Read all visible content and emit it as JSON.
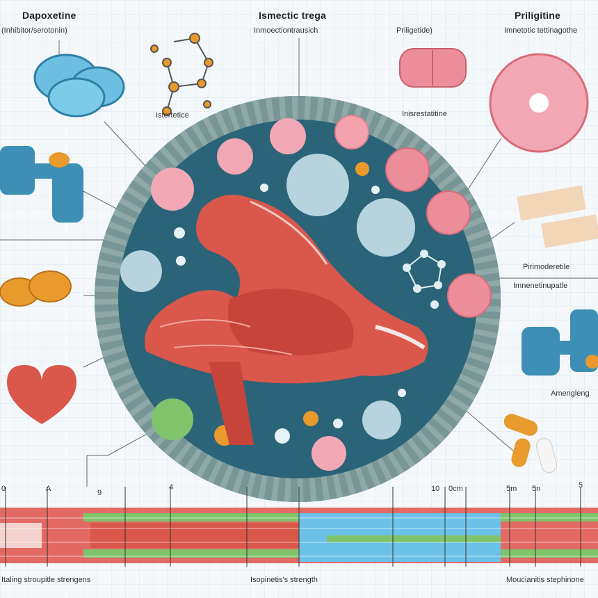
{
  "labels": {
    "dapoxetine_title": "Dapoxetine",
    "dapoxetine_sub": "(Inhibitor/serotonin)",
    "isometric_title": "Ismectic trega",
    "isometric_sub": "Inmoectiontrausich",
    "priligy_sub": "Priligetide)",
    "priligy_title": "Priligitine",
    "priligy_right_sub": "Imnetotic tettinagothe",
    "molecule_caption": "Istertetice",
    "center_caption": "Inisrestatitine",
    "right_mid_1": "Pirimoderetile",
    "right_mid_2": "Imnenetinupatle",
    "right_lower": "Amengleng",
    "bottom_left": "Italing stroupitle strengens",
    "bottom_center": "Isopinetis's strength",
    "bottom_right": "Moucianitis stephinone"
  },
  "ticks": [
    "0",
    "A",
    "9",
    "4",
    "10",
    "0cm",
    "5m",
    "5n",
    "5"
  ],
  "colors": {
    "background": "#f4f8fb",
    "circle": "#2f6f86",
    "muscle": "#d9574b",
    "pill_blue": "#6cbfe0",
    "pill_orange": "#e99a2d",
    "dumbbell": "#3e8fb5",
    "cell_pink": "#f2a7b4",
    "cell_blue": "#b7d3dd",
    "strip_green": "#7fc36b",
    "strip_blue": "#6cc1e8",
    "strip_red": "#e26a63"
  }
}
